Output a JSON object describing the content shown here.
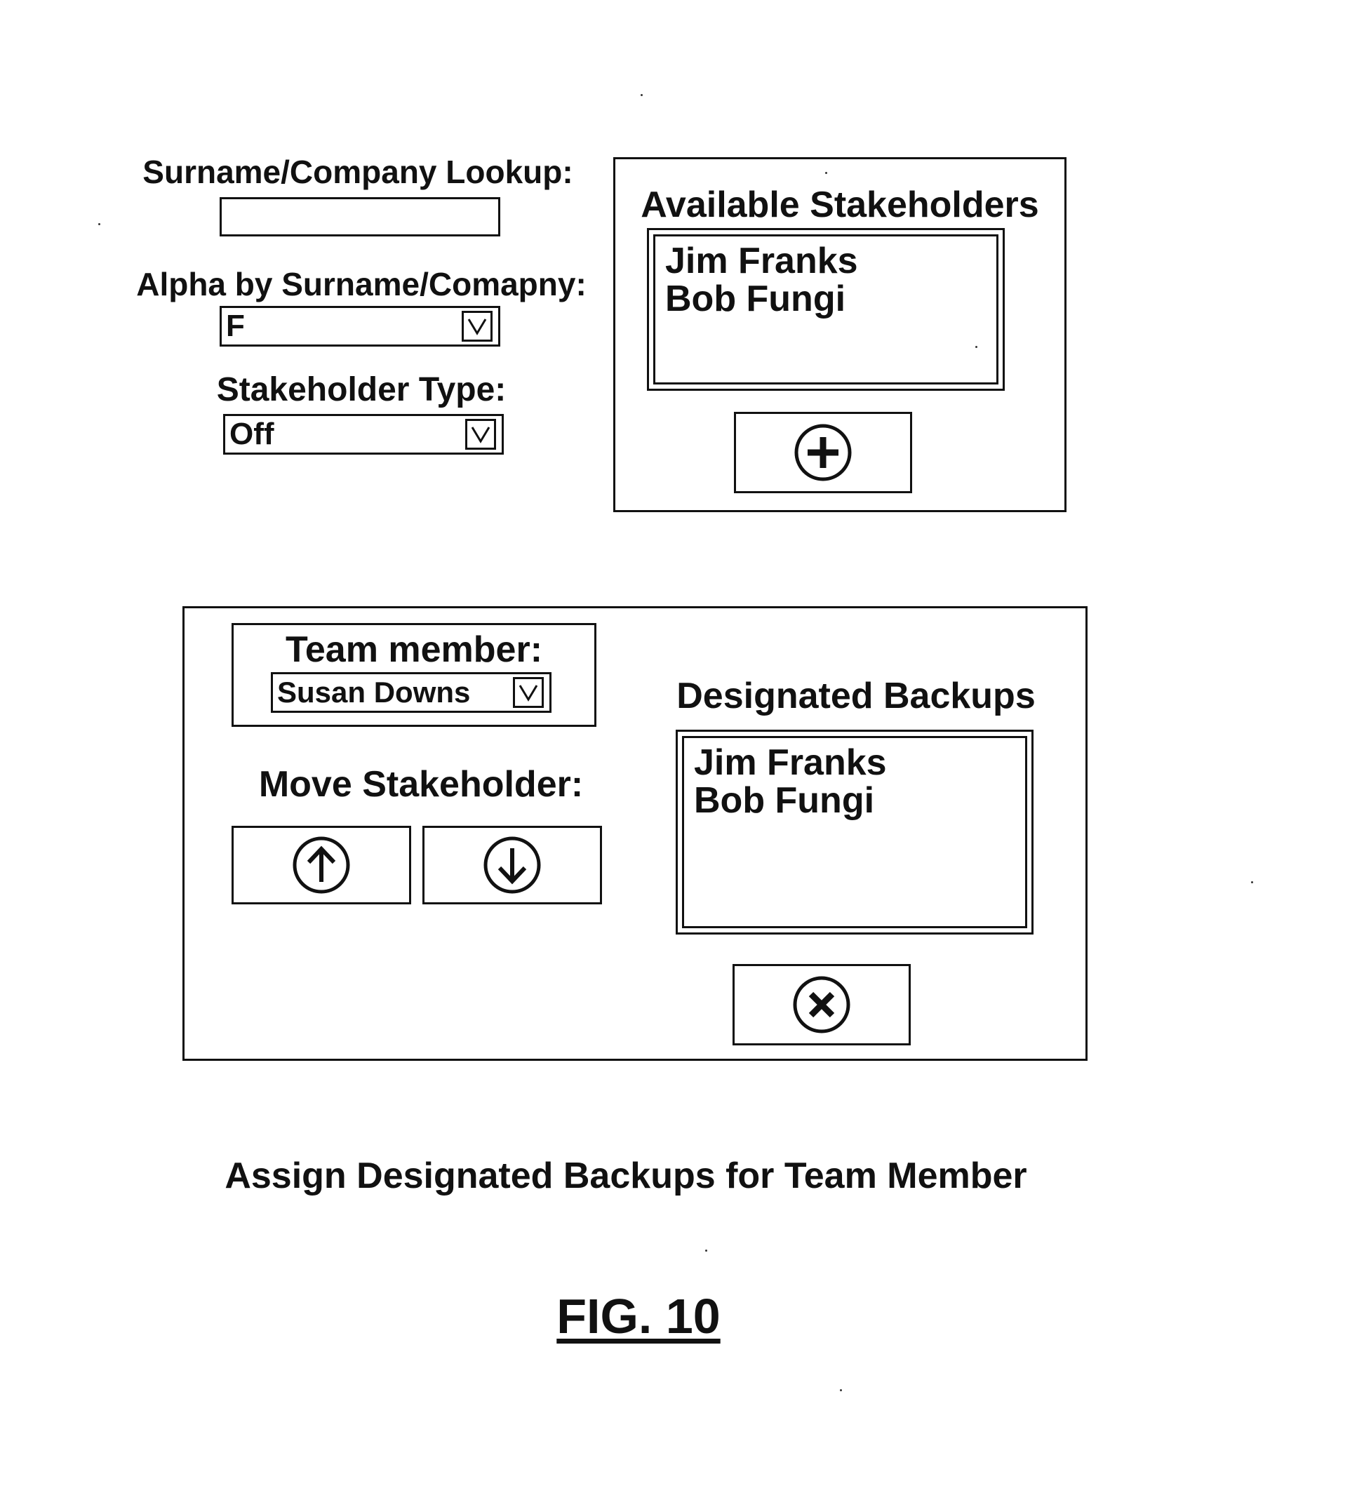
{
  "search": {
    "lookup_label": "Surname/Company Lookup:",
    "lookup_value": "",
    "alpha_label": "Alpha by Surname/Comapny:",
    "alpha_value": "F",
    "type_label": "Stakeholder Type:",
    "type_value": "Off"
  },
  "available": {
    "title": "Available Stakeholders",
    "items": [
      "Jim Franks",
      "Bob Fungi"
    ],
    "add_icon": "plus-circle-icon"
  },
  "team": {
    "member_label": "Team member:",
    "member_value": "Susan Downs",
    "move_label": "Move Stakeholder:",
    "up_icon": "arrow-up-circle-icon",
    "down_icon": "arrow-down-circle-icon"
  },
  "backups": {
    "title": "Designated Backups",
    "items": [
      "Jim Franks",
      "Bob Fungi"
    ],
    "remove_icon": "x-circle-icon"
  },
  "caption": "Assign Designated Backups for Team Member",
  "figure_label": "FIG. 10"
}
